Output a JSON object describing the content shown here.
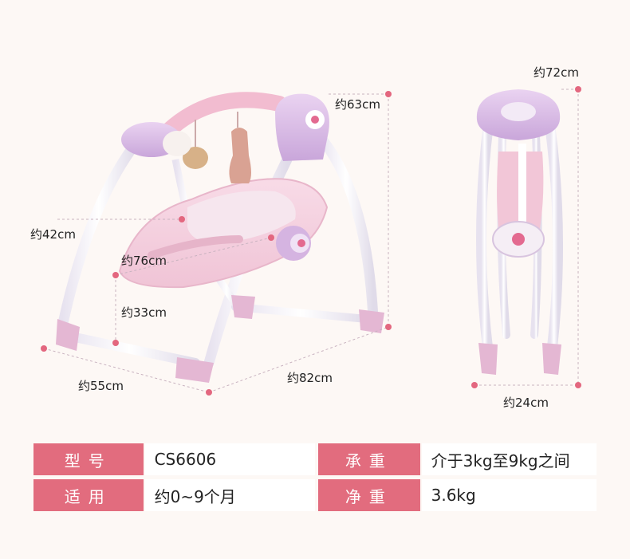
{
  "dimensions": {
    "height_total": "约63cm",
    "seat_height": "约42cm",
    "seat_length": "约76cm",
    "front_height": "约33cm",
    "width": "约55cm",
    "length": "约82cm",
    "folded_height": "约72cm",
    "folded_width": "约24cm"
  },
  "specs": [
    {
      "label": "型号",
      "value": "CS6606",
      "label2": "承重",
      "value2": "介于3kg至9kg之间"
    },
    {
      "label": "适用",
      "value": "约0~9个月",
      "label2": "净重",
      "value2": "3.6kg"
    }
  ],
  "colors": {
    "accent": "#e26c7e",
    "product_pink": "#f3cfe0",
    "product_lilac": "#d9b8e6",
    "frame_white": "#f4f1f7"
  }
}
